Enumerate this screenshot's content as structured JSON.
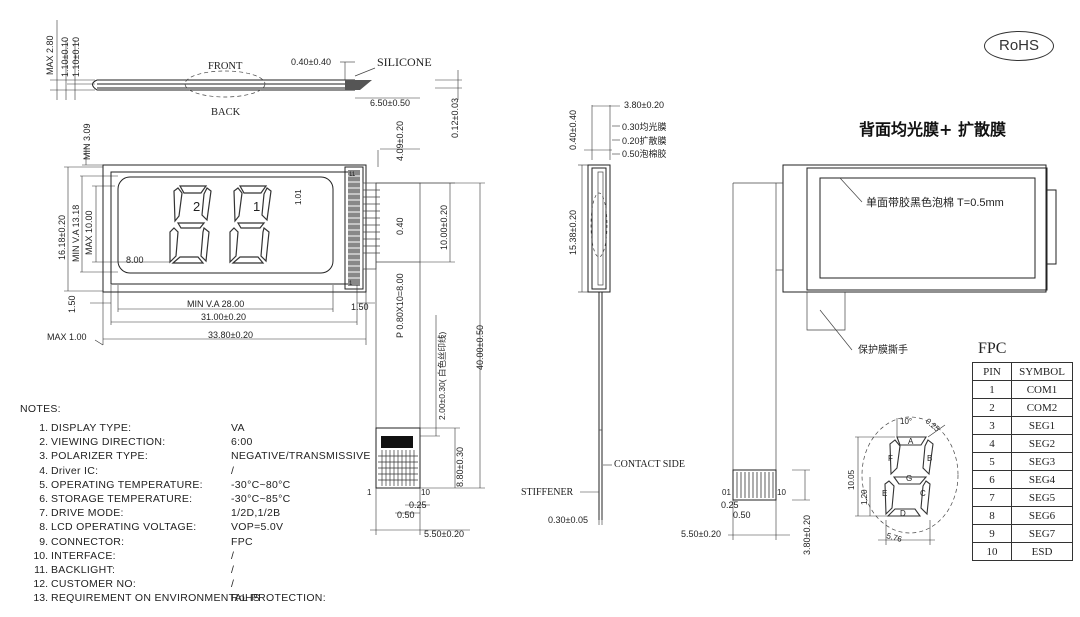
{
  "badge": "RoHS",
  "backlight_title": "背面均光膜+ 扩散膜",
  "side_view": {
    "front": "FRONT",
    "back": "BACK",
    "silicone": "SILICONE",
    "dims": [
      "MAX 2.80",
      "1.10±0.10",
      "1.10±0.10",
      "0.40±0.40",
      "6.50±0.50",
      "0.12±0.03"
    ]
  },
  "front_view": {
    "digit_labels": [
      "2",
      "1"
    ],
    "dims": {
      "min_top": "MIN 3.09",
      "top_gap": "4.09±0.20",
      "height": "16.18±0.20",
      "va_height": "MIN V.A 13.18",
      "max_height": "MAX 10.00",
      "digit_width": "8.00",
      "left_margin": "1.50",
      "right_margin": "1.50",
      "min_va_width": "MIN V.A 28.00",
      "width_31": "31.00±0.20",
      "width_338": "33.80±0.20",
      "max_1": "MAX 1.00",
      "dot": "1.01",
      "pin_gap": "0.40",
      "pitch": "P 0.80X10=8.00",
      "fpc_height": "10.00±0.20",
      "tail_length": "40.00±0.50",
      "tail_note": "2.00±0.30( 白色丝印线)",
      "connector": "8.80±0.30",
      "pin_w": "0.25",
      "pin_p": "0.50",
      "tail_width": "5.50±0.20",
      "pin_first": "1",
      "pin_last": "10",
      "header_pins": [
        "11",
        "1"
      ]
    }
  },
  "layer_view": {
    "dims": [
      "3.80±0.20",
      "0.40±0.40",
      "15.38±0.20",
      "0.30±0.05"
    ],
    "layers": [
      "0.30均光膜",
      "0.20扩散膜",
      "0.50泡棉胶"
    ],
    "contact_side": "CONTACT SIDE",
    "stiffener": "STIFFENER"
  },
  "back_view": {
    "foam_label": "单面带胶黑色泡棉 T=0.5mm",
    "protect_label": "保护膜撕手",
    "dims": [
      "0.25",
      "0.50",
      "5.50±0.20",
      "3.80±0.20"
    ],
    "pins": [
      "01",
      "10"
    ]
  },
  "segment_detail": {
    "segments": [
      "A",
      "B",
      "C",
      "D",
      "E",
      "F",
      "G"
    ],
    "dims": [
      "10°",
      "0.25",
      "10.05",
      "1.20",
      "5.76"
    ]
  },
  "notes": {
    "title": "NOTES:",
    "items": [
      {
        "num": "1.",
        "name": "DISPLAY TYPE:",
        "value": "VA"
      },
      {
        "num": "2.",
        "name": "VIEWING DIRECTION:",
        "value": "6:00"
      },
      {
        "num": "3.",
        "name": "POLARIZER TYPE:",
        "value": "NEGATIVE/TRANSMISSIVE"
      },
      {
        "num": "4.",
        "name": "Driver IC:",
        "value": "/"
      },
      {
        "num": "5.",
        "name": "OPERATING TEMPERATURE:",
        "value": "-30°C~80°C"
      },
      {
        "num": "6.",
        "name": "STORAGE TEMPERATURE:",
        "value": "-30°C~85°C"
      },
      {
        "num": "7.",
        "name": "DRIVE MODE:",
        "value": "1/2D,1/2B"
      },
      {
        "num": "8.",
        "name": "LCD OPERATING VOLTAGE:",
        "value": "VOP=5.0V"
      },
      {
        "num": "9.",
        "name": "CONNECTOR:",
        "value": "FPC"
      },
      {
        "num": "10.",
        "name": "INTERFACE:",
        "value": "/"
      },
      {
        "num": "11.",
        "name": "BACKLIGHT:",
        "value": "/"
      },
      {
        "num": "12.",
        "name": "CUSTOMER NO:",
        "value": "/"
      },
      {
        "num": "13.",
        "name": "REQUIREMENT ON ENVIRONMENTAL PROTECTION:",
        "value": "RoHS"
      }
    ]
  },
  "fpc_table": {
    "title": "FPC",
    "headers": [
      "PIN",
      "SYMBOL"
    ],
    "rows": [
      [
        "1",
        "COM1"
      ],
      [
        "2",
        "COM2"
      ],
      [
        "3",
        "SEG1"
      ],
      [
        "4",
        "SEG2"
      ],
      [
        "5",
        "SEG3"
      ],
      [
        "6",
        "SEG4"
      ],
      [
        "7",
        "SEG5"
      ],
      [
        "8",
        "SEG6"
      ],
      [
        "9",
        "SEG7"
      ],
      [
        "10",
        "ESD"
      ]
    ]
  }
}
